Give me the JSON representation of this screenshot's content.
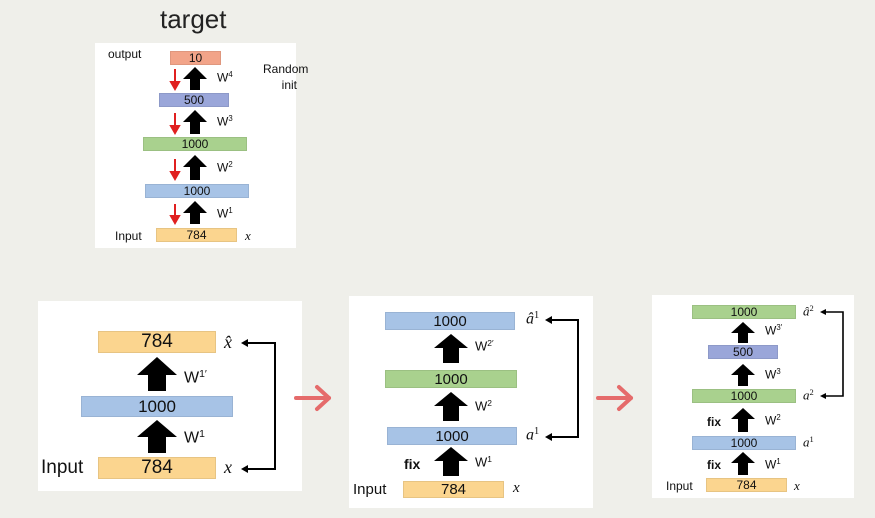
{
  "title": "target",
  "colors": {
    "background": "#efefea",
    "orange": "#fbd58f",
    "blue": "#a7c3e6",
    "green": "#a9d18e",
    "purple": "#9aa6d9",
    "salmon": "#f2a489",
    "arrow_red": "#e56b6b",
    "small_arrow_red": "#e02020"
  },
  "target": {
    "output_label": "output",
    "input_label": "Input",
    "random_init": "Random init",
    "layers": [
      "10",
      "500",
      "1000",
      "1000",
      "784"
    ],
    "weights": [
      "W",
      "W",
      "W",
      "W"
    ],
    "weight_sups": [
      "4",
      "3",
      "2",
      "1"
    ],
    "x_symbol": "x"
  },
  "panel1": {
    "input_label": "Input",
    "out_value": "784",
    "hidden_value": "1000",
    "in_value": "784",
    "w_top": "W",
    "w_top_sup": "1′",
    "w_bottom": "W",
    "w_bottom_sup": "1",
    "xhat": "x̂",
    "x": "x"
  },
  "panel2": {
    "input_label": "Input",
    "fix": "fix",
    "top_value": "1000",
    "mid_value": "1000",
    "low_value": "1000",
    "in_value": "784",
    "w_top": "W",
    "w_top_sup": "2′",
    "w_mid": "W",
    "w_mid_sup": "2",
    "w_bottom": "W",
    "w_bottom_sup": "1",
    "ahat": "â",
    "ahat_sup": "1",
    "a": "a",
    "a_sup": "1",
    "x": "x"
  },
  "panel3": {
    "input_label": "Input",
    "fix1": "fix",
    "fix2": "fix",
    "top_value": "1000",
    "mid_value": "500",
    "second_value": "1000",
    "third_value": "1000",
    "in_value": "784",
    "w_top": "W",
    "w_top_sup": "3′",
    "w_mid": "W",
    "w_mid_sup": "3",
    "w_second": "W",
    "w_second_sup": "2",
    "w_bottom": "W",
    "w_bottom_sup": "1",
    "ahat": "â",
    "ahat_sup": "2",
    "a2": "a",
    "a2_sup": "2",
    "a1": "a",
    "a1_sup": "1",
    "x": "x"
  }
}
